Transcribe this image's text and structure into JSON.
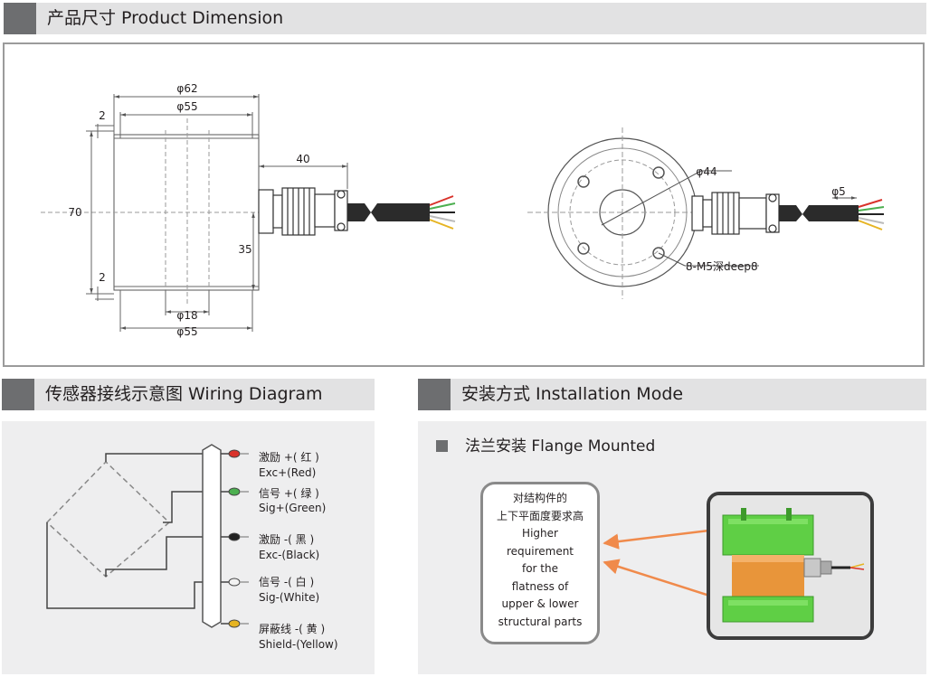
{
  "headers": {
    "dimension": "产品尺寸 Product Dimension",
    "wiring": "传感器接线示意图 Wiring Diagram",
    "installation": "安装方式 Installation Mode"
  },
  "dimension": {
    "d62": "φ62",
    "d55_top": "φ55",
    "gap_top": "2",
    "h70": "70",
    "gap_bottom": "2",
    "h35": "35",
    "len40": "40",
    "d18": "φ18",
    "d55_bottom": "φ55",
    "d44": "φ44",
    "d5": "φ5",
    "holes": "8-M5深deep8"
  },
  "wiring": {
    "wires": [
      {
        "cn": "激励 +( 红 )",
        "en": "Exc+(Red)",
        "color": "#d9322b"
      },
      {
        "cn": "信号 +( 绿 )",
        "en": "Sig+(Green)",
        "color": "#4caf50"
      },
      {
        "cn": "激励 -( 黑 )",
        "en": "Exc-(Black)",
        "color": "#222222"
      },
      {
        "cn": "信号 -( 白 )",
        "en": "Sig-(White)",
        "color": "#f2f2f2"
      },
      {
        "cn": "屏蔽线 -( 黄 )",
        "en": "Shield-(Yellow)",
        "color": "#e6b422"
      }
    ]
  },
  "installation": {
    "method": "法兰安装 Flange Mounted",
    "note_lines": [
      "对结构件的",
      "上下平面度要求高",
      "Higher",
      "requirement",
      "for the",
      "flatness of",
      "upper & lower",
      "structural parts"
    ]
  },
  "colors": {
    "header_bg": "#e2e2e3",
    "header_block": "#6d6e70",
    "panel_bg": "#eeeeef",
    "arrow": "#f08a4b",
    "block_green": "#5fcf45",
    "cylinder_orange": "#e8953a"
  }
}
